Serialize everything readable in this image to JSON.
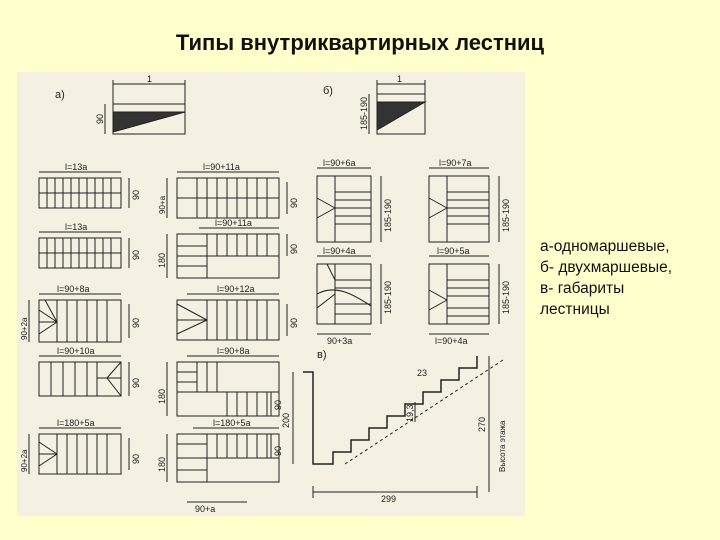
{
  "title": "Типы внутриквартирных лестниц",
  "legend": [
    "а-одномаршевые,",
    "б- двухмаршевые,",
    "в- габариты",
    "лестницы"
  ],
  "figure": {
    "section_labels": [
      "а)",
      "б)",
      "в)"
    ],
    "top_a": {
      "top": "1",
      "side": "90"
    },
    "top_b": {
      "top": "1",
      "side": "185-190"
    },
    "col1": [
      {
        "top": "l=13a",
        "side": "90"
      },
      {
        "top": "l=13a",
        "side": "90"
      },
      {
        "top": "l=90+8a",
        "side": "90",
        "left": "90+2a"
      },
      {
        "top": "l=90+10a",
        "side": "90"
      },
      {
        "top": "l=180+5a",
        "side": "90",
        "left": "90+2a"
      }
    ],
    "col2": [
      {
        "top": "l=90+11a",
        "side": "90",
        "left": "90+a"
      },
      {
        "top": "l=90+11a",
        "side": "90",
        "left": "180"
      },
      {
        "top": "l=90+12a",
        "side": "90"
      },
      {
        "top": "l=90+8a",
        "side": "90",
        "left": "180"
      },
      {
        "top": "l=180+5a",
        "side": "90",
        "left": "180",
        "bottom": "90+a"
      }
    ],
    "col3": [
      {
        "top": "l=90+6a",
        "side": "185-190"
      },
      {
        "top": "l=90+4a",
        "side": "185-190",
        "bottom": "90+3a"
      }
    ],
    "col4": [
      {
        "top": "l=90+7a",
        "side": "185-190"
      },
      {
        "top": "l=90+5a",
        "side": "185-190",
        "bottom": "l=90+4a"
      }
    ],
    "section_v": {
      "riser": "19,3",
      "tread": "23",
      "height": "270",
      "height_text": "Высота этажа",
      "clear": "200",
      "length": "299"
    }
  }
}
